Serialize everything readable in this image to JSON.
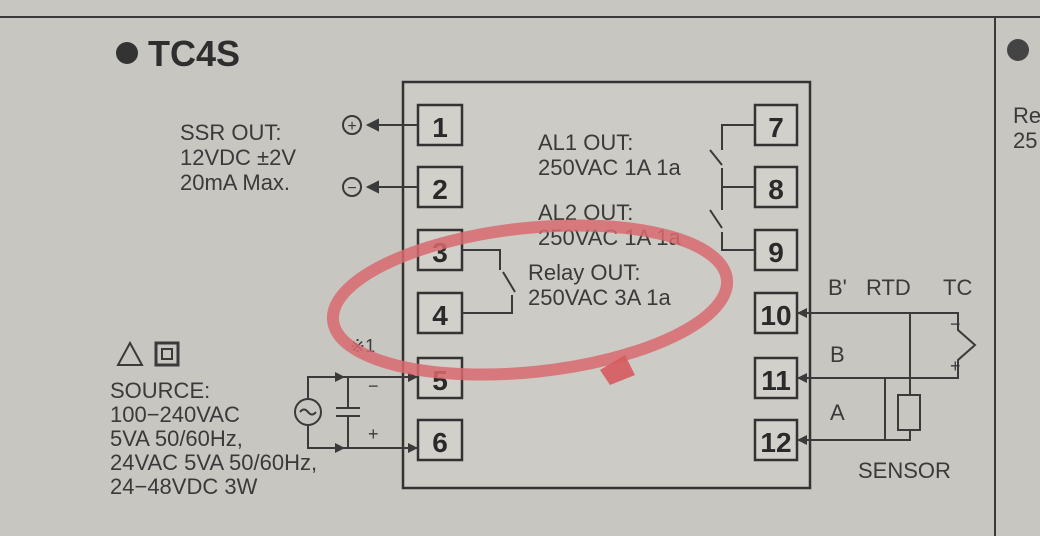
{
  "title": "TC4S",
  "right_panel": {
    "line1": "Re",
    "line2": "25"
  },
  "ssr_out": {
    "label": "SSR OUT:",
    "spec1": "12VDC ±2V",
    "spec2": "20mA Max.",
    "plus": "+",
    "minus": "−"
  },
  "al1_out": {
    "label": "AL1 OUT:",
    "spec": "250VAC 1A 1a"
  },
  "al2_out": {
    "label": "AL2 OUT:",
    "spec": "250VAC 1A 1a"
  },
  "relay_out": {
    "label": "Relay OUT:",
    "spec": "250VAC 3A 1a"
  },
  "terminals_left": [
    "1",
    "2",
    "3",
    "4",
    "5",
    "6"
  ],
  "terminals_right": [
    "7",
    "8",
    "9",
    "10",
    "11",
    "12"
  ],
  "sensor": {
    "b_prime": "B'",
    "rtd": "RTD",
    "tc": "TC",
    "b": "B",
    "a": "A",
    "label": "SENSOR",
    "tc_minus": "−",
    "tc_plus": "+"
  },
  "source": {
    "note": "※1",
    "label": "SOURCE:",
    "lines": [
      "100−240VAC",
      "5VA 50/60Hz,",
      "24VAC 5VA 50/60Hz,",
      "24−48VDC 3W"
    ],
    "dc_minus": "−",
    "dc_plus": "+"
  },
  "colors": {
    "annotation": "#d86a6e",
    "ink": "#333333",
    "paper": "#c8c6c1"
  }
}
